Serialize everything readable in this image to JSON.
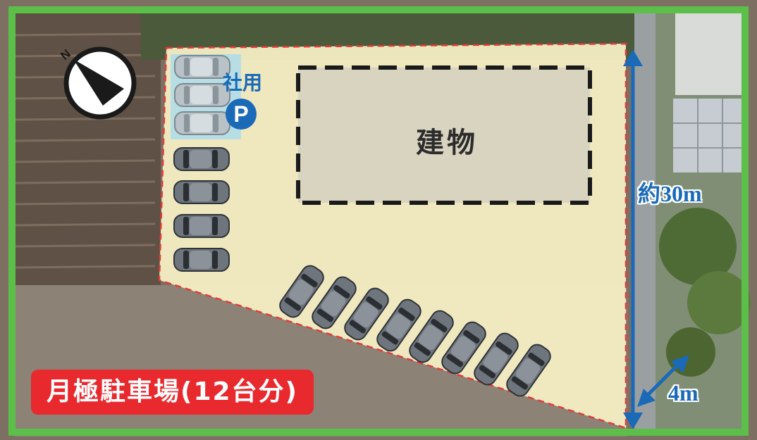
{
  "map": {
    "building_label": "建物",
    "staff_parking_label": "社用",
    "parking_symbol": "P",
    "distance_length_label": "約30m",
    "distance_width_label": "4m",
    "title": "月極駐車場(12台分)",
    "compass_letter": "N",
    "colors": {
      "lot_fill": "#f7f1c6",
      "boundary": "#e33a3a",
      "arrow": "#1a6ab8",
      "badge": "#e8292e",
      "frame": "#5cbf4a",
      "staff_highlight": "#a9dbee"
    },
    "icons": [
      "compass-icon",
      "car-icon",
      "parking-icon"
    ]
  }
}
